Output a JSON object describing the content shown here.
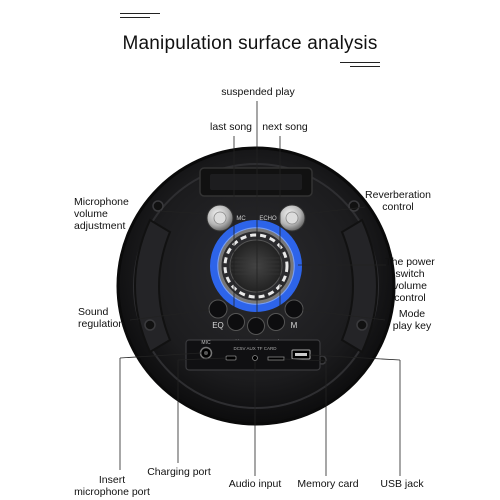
{
  "title": "Manipulation surface analysis",
  "labels": {
    "suspended_play": "suspended play",
    "last_song": "last song",
    "next_song": "next song",
    "mic_volume": "Microphone\nvolume\nadjustment",
    "reverb": "Reverberation\ncontrol",
    "power_switch": "The power\nswitch\nvolume\ncontrol",
    "sound_regulation": "Sound\nregulation",
    "mode_play_key": "Mode\nplay key",
    "insert_mic_port": "Insert\nmicrophone port",
    "charging_port": "Charging port",
    "audio_input": "Audio input",
    "memory_card": "Memory card",
    "usb_jack": "USB jack"
  },
  "device_text": {
    "mc": "MC",
    "echo": "ECHO",
    "eq": "EQ",
    "m": "M",
    "prev_glyph": "⏮",
    "play_glyph": "⏯",
    "next_glyph": "⏭",
    "mic_port": "MIC",
    "panel_labels": "DC5V  AUX  TF CARD"
  },
  "colors": {
    "body": "#1c1c1e",
    "ring_glow": "#2f6bff",
    "line": "#222222"
  }
}
